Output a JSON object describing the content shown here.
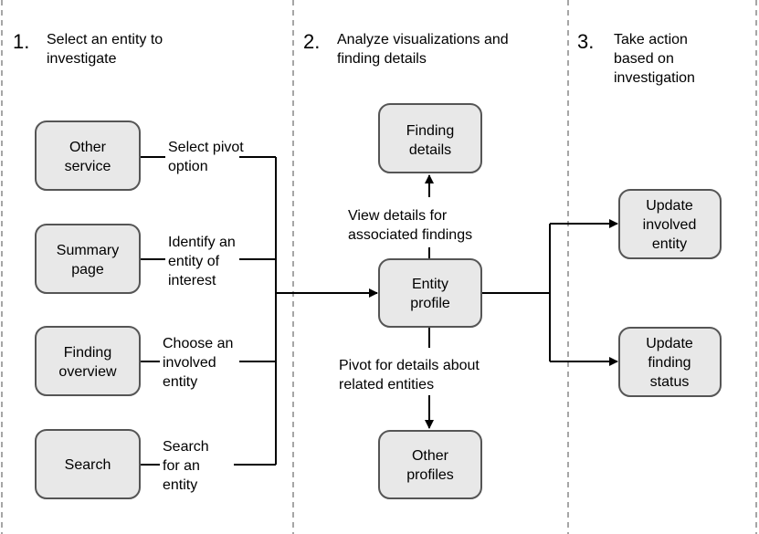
{
  "columns": [
    {
      "number": "1.",
      "title": [
        "Select an entity to",
        "investigate"
      ]
    },
    {
      "number": "2.",
      "title": [
        "Analyze visualizations and",
        "finding details"
      ]
    },
    {
      "number": "3.",
      "title": [
        "Take action",
        "based on",
        "investigation"
      ]
    }
  ],
  "sources": [
    {
      "box": [
        "Other",
        "service"
      ],
      "label": [
        "Select pivot",
        "option"
      ]
    },
    {
      "box": [
        "Summary",
        "page"
      ],
      "label": [
        "Identify an",
        "entity of",
        "interest"
      ]
    },
    {
      "box": [
        "Finding",
        "overview"
      ],
      "label": [
        "Choose an",
        "involved",
        "entity"
      ]
    },
    {
      "box": [
        "Search"
      ],
      "label": [
        "Search",
        "for an",
        "entity"
      ]
    }
  ],
  "center": {
    "entity_profile": [
      "Entity",
      "profile"
    ],
    "finding_details": [
      "Finding",
      "details"
    ],
    "other_profiles": [
      "Other",
      "profiles"
    ],
    "view_details_label": [
      "View details for",
      "associated findings"
    ],
    "pivot_label": [
      "Pivot for details about",
      "related entities"
    ]
  },
  "actions": [
    {
      "box": [
        "Update",
        "involved",
        "entity"
      ]
    },
    {
      "box": [
        "Update",
        "finding",
        "status"
      ]
    }
  ]
}
